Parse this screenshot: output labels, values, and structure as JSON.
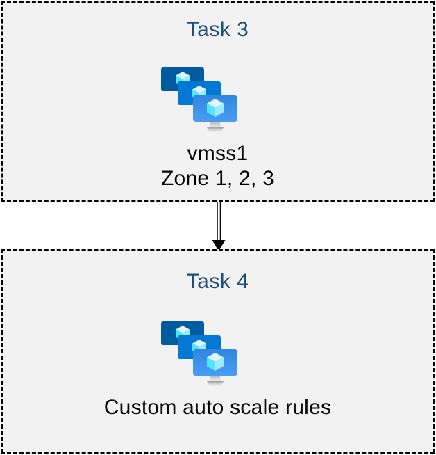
{
  "diagram": {
    "nodes": [
      {
        "title": "Task 3",
        "icon": "vm-scale-sets",
        "labels": [
          "vmss1",
          "Zone 1, 2, 3"
        ]
      },
      {
        "title": "Task 4",
        "icon": "vm-scale-sets",
        "labels": [
          "Custom auto scale rules"
        ]
      }
    ],
    "connector": {
      "type": "double-line-arrow",
      "direction": "down",
      "from": "Task 3",
      "to": "Task 4"
    },
    "colors": {
      "canvas_background": "#ffffff",
      "node_fill": "#f2f2f2",
      "node_border": "#000000",
      "title_text": "#1f4e79",
      "label_text": "#000000",
      "arrow": "#000000",
      "icon_screen_back": "#005ba1",
      "icon_screen_middle": "#0078d4",
      "icon_screen_front_top": "#2f86df",
      "icon_screen_front_bottom": "#4a9df5",
      "icon_cube_top": "#ddf6ff",
      "icon_cube_left": "#50e6ff",
      "icon_cube_right": "#9cebff",
      "icon_stand": "#c8c8c8"
    }
  }
}
